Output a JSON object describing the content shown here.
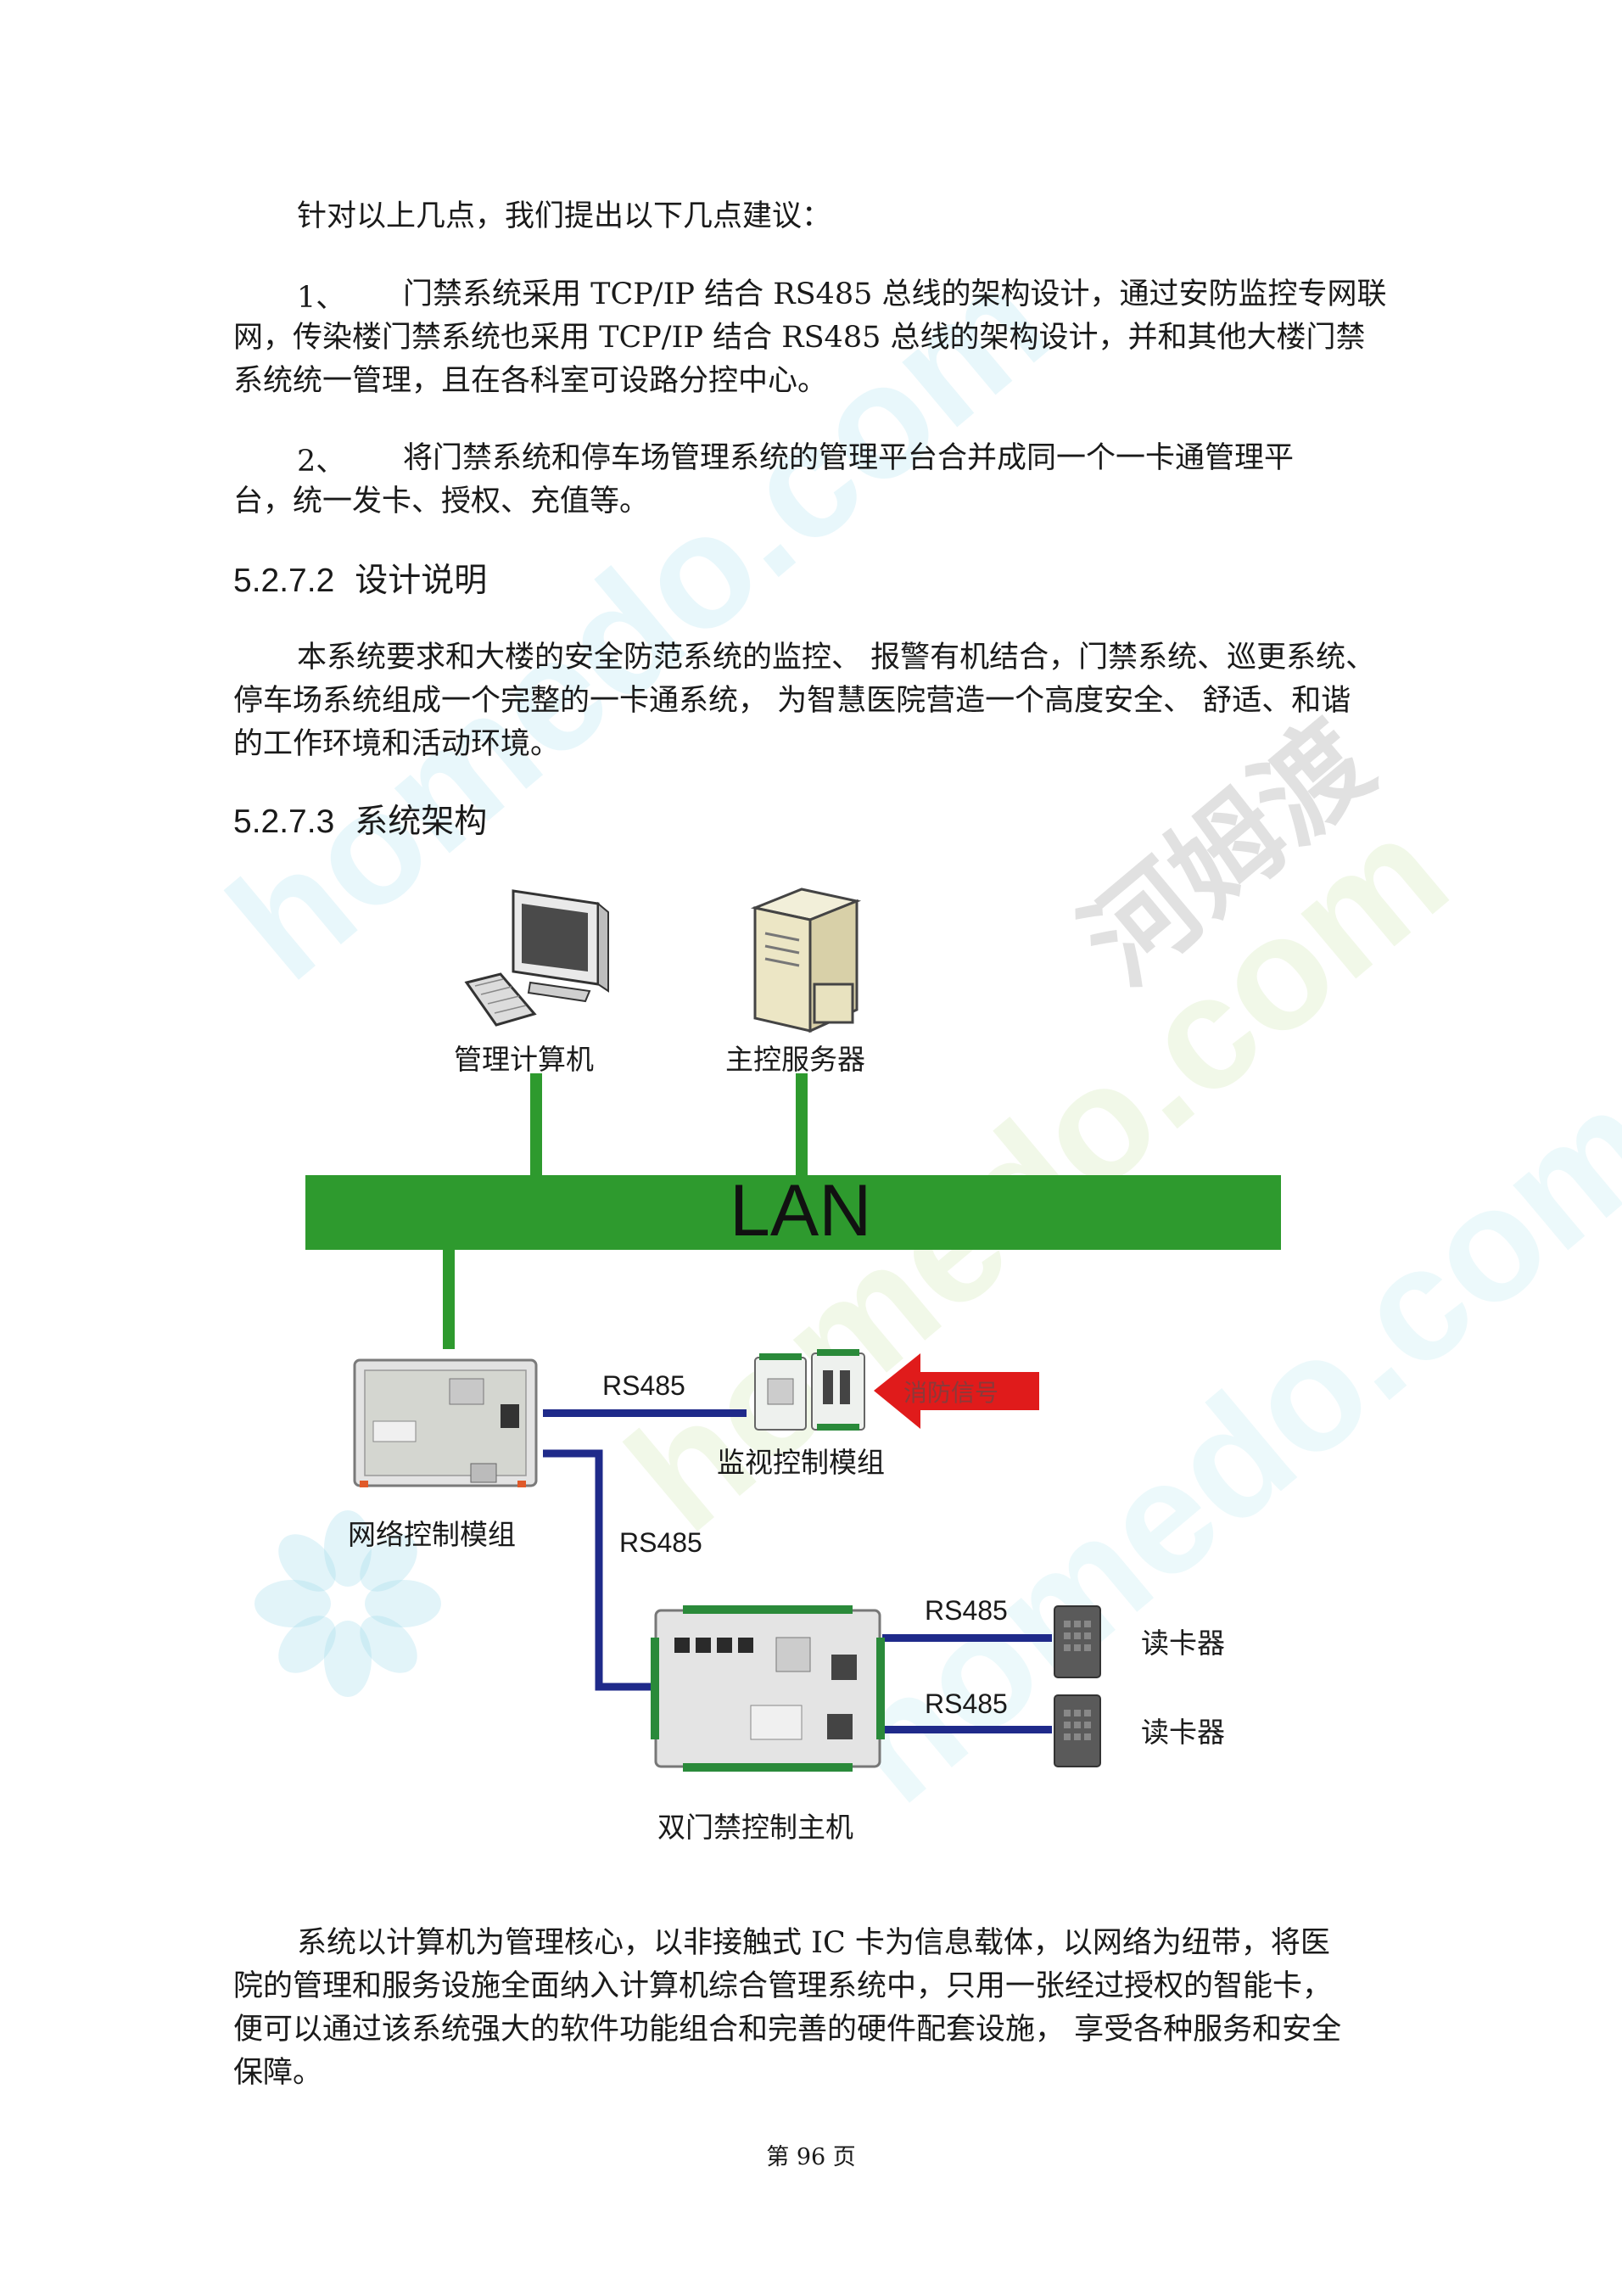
{
  "paragraphs": {
    "intro": "针对以上几点，我们提出以下几点建议：",
    "item1_num": "1、",
    "item1_line1": "门禁系统采用  TCP/IP 结合  RS485 总线的架构设计，通过安防监控专网联",
    "item1_line2": "网，传染楼门禁系统也采用   TCP/IP 结合  RS485 总线的架构设计，并和其他大楼门禁",
    "item1_line3": "系统统一管理，且在各科室可设路分控中心。",
    "item2_num": "2、",
    "item2_line1": "将门禁系统和停车场管理系统的管理平台合并成同一个一卡通管理平",
    "item2_line2": "台，统一发卡、授权、充值等。",
    "design_line1": "本系统要求和大楼的安全防范系统的监控、   报警有机结合，门禁系统、巡更系统、",
    "design_line2": "停车场系统组成一个完整的一卡通系统，     为智慧医院营造一个高度安全、  舒适、和谐",
    "design_line3": "的工作环境和活动环境。",
    "summary_line1": "系统以计算机为管理核心，以非接触式     IC 卡为信息载体，以网络为纽带，将医",
    "summary_line2": "院的管理和服务设施全面纳入计算机综合管理系统中，只用一张经过授权的智能卡，",
    "summary_line3": "便可以通过该系统强大的软件功能组合和完善的硬件配套设施，     享受各种服务和安全",
    "summary_line4": "保障。"
  },
  "headings": {
    "design": {
      "number": "5.2.7.2",
      "title": "设计说明"
    },
    "arch": {
      "number": "5.2.7.3",
      "title": "系统架构"
    }
  },
  "diagram": {
    "lan_label": "LAN",
    "mgmt_pc_label": "管理计算机",
    "server_label": "主控服务器",
    "net_module_label": "网络控制模组",
    "monitor_module_label": "监视控制模组",
    "fire_signal_label": "消防信号",
    "door_controller_label": "双门禁控制主机",
    "reader1_label": "读卡器",
    "reader2_label": "读卡器",
    "rs485_a": "RS485",
    "rs485_b": "RS485",
    "rs485_c": "RS485",
    "rs485_d": "RS485",
    "colors": {
      "lan_green": "#2e9a2e",
      "bus_blue": "#1f2a8a",
      "fire_red": "#e01b1b"
    }
  },
  "watermark": {
    "site": "homedo.com",
    "brand": "河姆渡"
  },
  "footer": {
    "page_label": "第 96 页"
  }
}
